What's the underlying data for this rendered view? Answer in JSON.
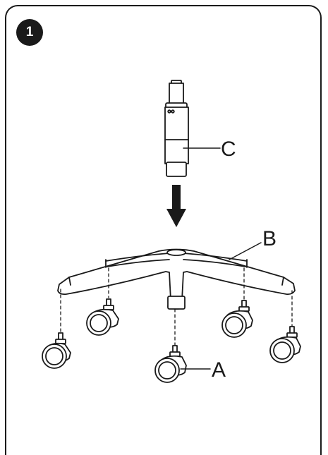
{
  "step": {
    "number": "1"
  },
  "labels": {
    "base": "B",
    "gas_lift": "C",
    "caster": "A"
  },
  "colors": {
    "ink": "#1a1a1a",
    "background": "#ffffff"
  }
}
